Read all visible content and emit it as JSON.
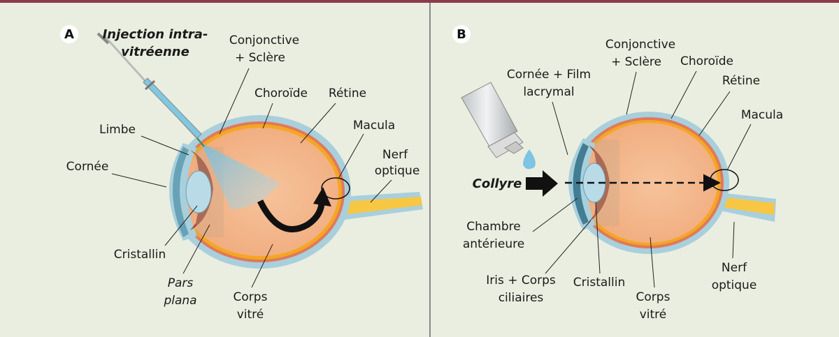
{
  "colors": {
    "background": "#eaeee0",
    "top_bar": "#8b3a4a",
    "divider": "#8a8a8a",
    "sclera": "#a9cfdc",
    "choroid": "#e07a5a",
    "retina": "#f5a623",
    "vitreous": "#f3b98e",
    "optic_nerve": "#f7c744",
    "lens": "#b9dbe8",
    "injection": "#8ccde8"
  },
  "panel_a": {
    "letter": "A",
    "injection_title": [
      "Injection intra-",
      "vitréenne"
    ],
    "labels": {
      "conjonctive_sclere": [
        "Conjonctive",
        "+ Sclère"
      ],
      "choroide": "Choroïde",
      "retine": "Rétine",
      "macula": "Macula",
      "nerf_optique": [
        "Nerf",
        "optique"
      ],
      "limbe": "Limbe",
      "cornee": "Cornée",
      "cristallin": "Cristallin",
      "pars_plana": [
        "Pars",
        "plana"
      ],
      "corps_vitre": [
        "Corps",
        "vitré"
      ]
    }
  },
  "panel_b": {
    "letter": "B",
    "collyre_title": "Collyre",
    "labels": {
      "conjonctive_sclere": [
        "Conjonctive",
        "+ Sclère"
      ],
      "choroide": "Choroïde",
      "retine": "Rétine",
      "macula": "Macula",
      "cornee_film": [
        "Cornée + Film",
        "lacrymal"
      ],
      "chambre_anterieure": [
        "Chambre",
        "antérieure"
      ],
      "iris_corps": [
        "Iris + Corps",
        "ciliaires"
      ],
      "cristallin": "Cristallin",
      "corps_vitre": [
        "Corps",
        "vitré"
      ],
      "nerf_optique": [
        "Nerf",
        "optique"
      ]
    }
  },
  "icons": {
    "syringe": "syringe-icon",
    "eye_drop_bottle": "eye-drop-bottle-icon",
    "drop": "drop-icon",
    "curved_arrow": "curved-arrow-icon",
    "dashed_arrow": "dashed-arrow-icon",
    "big_arrow": "big-arrow-icon"
  }
}
